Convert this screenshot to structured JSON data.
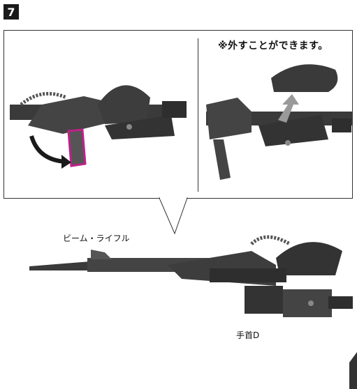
{
  "step": {
    "number": "7"
  },
  "note": {
    "text": "※外すことができます。"
  },
  "labels": {
    "beam_rifle": "ビーム・ライフル",
    "wrist": "手首D"
  },
  "colors": {
    "part_dark": "#3a3a3a",
    "part_mid": "#555555",
    "highlight": "#c0208a",
    "arrow": "#1a1a1a",
    "arrow_light": "#9a9a9a"
  }
}
